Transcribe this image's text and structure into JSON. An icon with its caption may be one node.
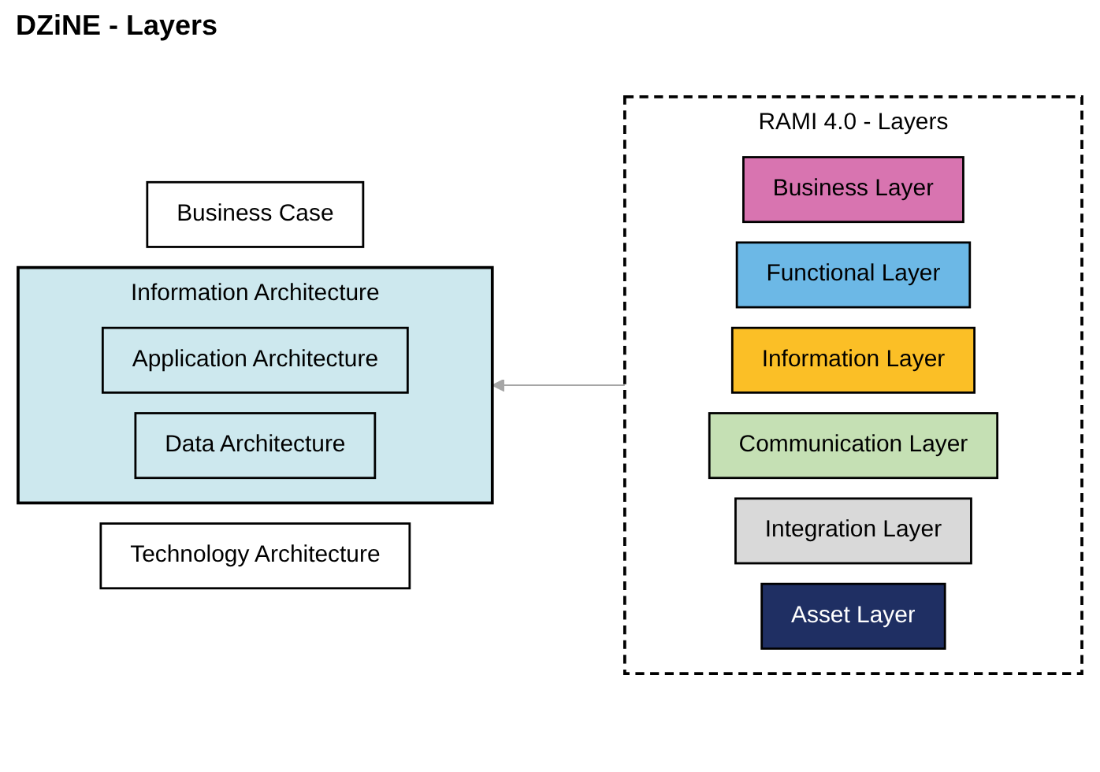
{
  "diagram": {
    "nodes": [
      {
        "text": [
          "Business Case"
        ]
      },
      {
        "text": [
          "Information Architecture"
        ]
      },
      {
        "text": [
          "Application Architecture"
        ],
        "in": 1
      },
      {
        "text": [
          "Data Architecture"
        ],
        "in": 1
      },
      {
        "text": [
          "Technology Architecture"
        ]
      },
      {
        "text": [
          "RAMI 4.0 - Layers"
        ]
      },
      {
        "text": [
          "Business Layer"
        ],
        "in": 5
      },
      {
        "text": [
          "Functional Layer"
        ],
        "in": 5
      },
      {
        "text": [
          "Information Layer"
        ],
        "in": 5
      },
      {
        "text": [
          "Communication Layer"
        ],
        "in": 5
      },
      {
        "text": [
          "Integration Layer"
        ],
        "in": 5
      },
      {
        "text": [
          "Asset Layer"
        ],
        "in": 5
      }
    ],
    "edges": [
      {
        "from": 5,
        "to": 1,
        "arrow": "to",
        "color": "#a6a6a6"
      }
    ],
    "labels": [
      "DZiNE - Layers"
    ]
  }
}
